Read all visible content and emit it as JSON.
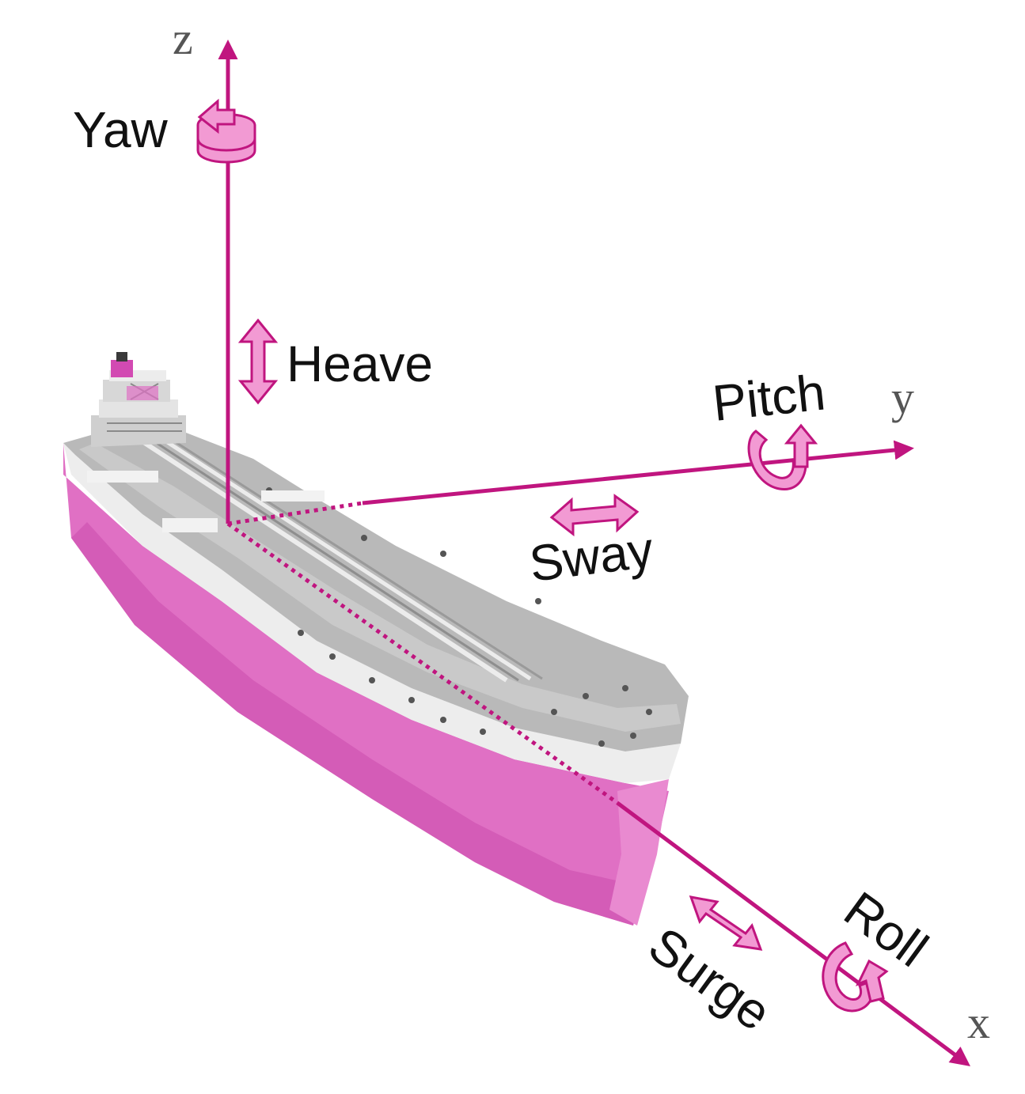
{
  "colors": {
    "axis": "#c0157f",
    "accent_fill": "#f29ad3",
    "hull": "#e070c4",
    "deck": "#b9b9b9",
    "deck_light": "#d6d6d6",
    "text": "#111111",
    "axis_text": "#555555"
  },
  "axes": {
    "x": "x",
    "y": "y",
    "z": "z"
  },
  "motions": {
    "yaw": "Yaw",
    "heave": "Heave",
    "pitch": "Pitch",
    "sway": "Sway",
    "surge": "Surge",
    "roll": "Roll"
  }
}
